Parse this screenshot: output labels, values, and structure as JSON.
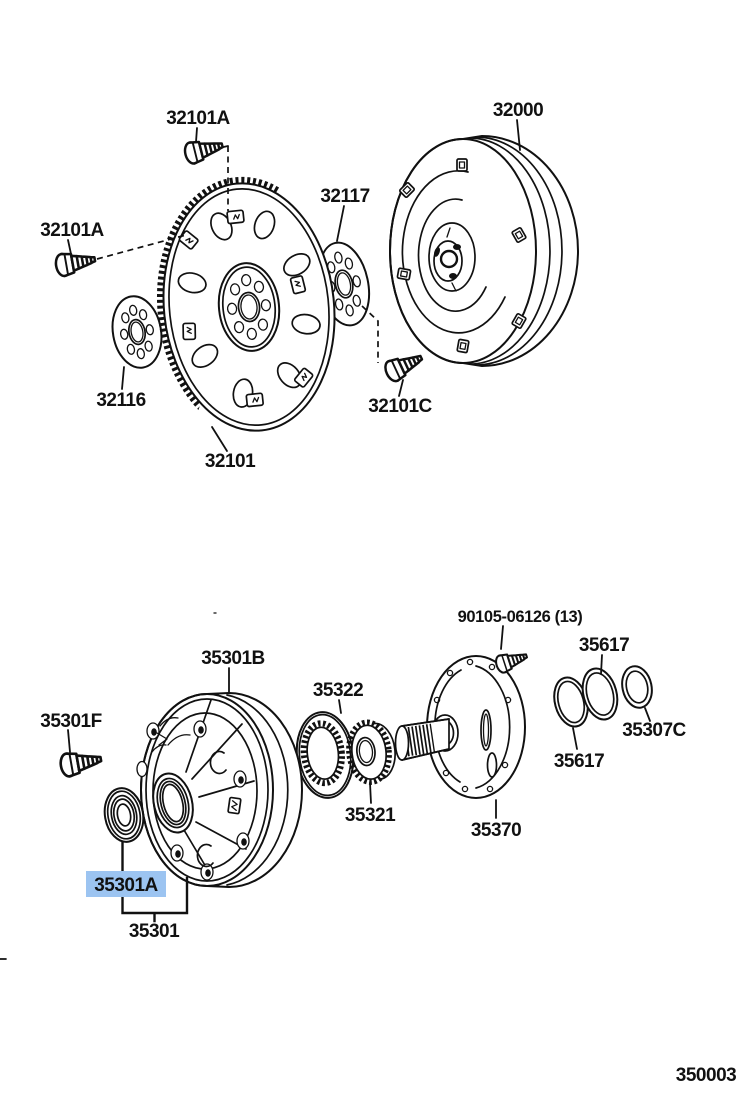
{
  "highlight": {
    "bg": "#9CC4F1",
    "fg": "#1E55C4",
    "selected_part_number": "35301A"
  },
  "labels": {
    "l32101a_top": "32101A",
    "l32000": "32000",
    "l32117": "32117",
    "l32101a_left": "32101A",
    "l32116": "32116",
    "l32101c": "32101C",
    "l32101": "32101",
    "l90105": "90105-06126 (13)",
    "l35617_a": "35617",
    "l35301b": "35301B",
    "l35322": "35322",
    "l35301f": "35301F",
    "l35307c": "35307C",
    "l35617_b": "35617",
    "l35321": "35321",
    "l35370": "35370",
    "l35301a": "35301A",
    "l35301": "35301",
    "figure_code": "350003"
  }
}
